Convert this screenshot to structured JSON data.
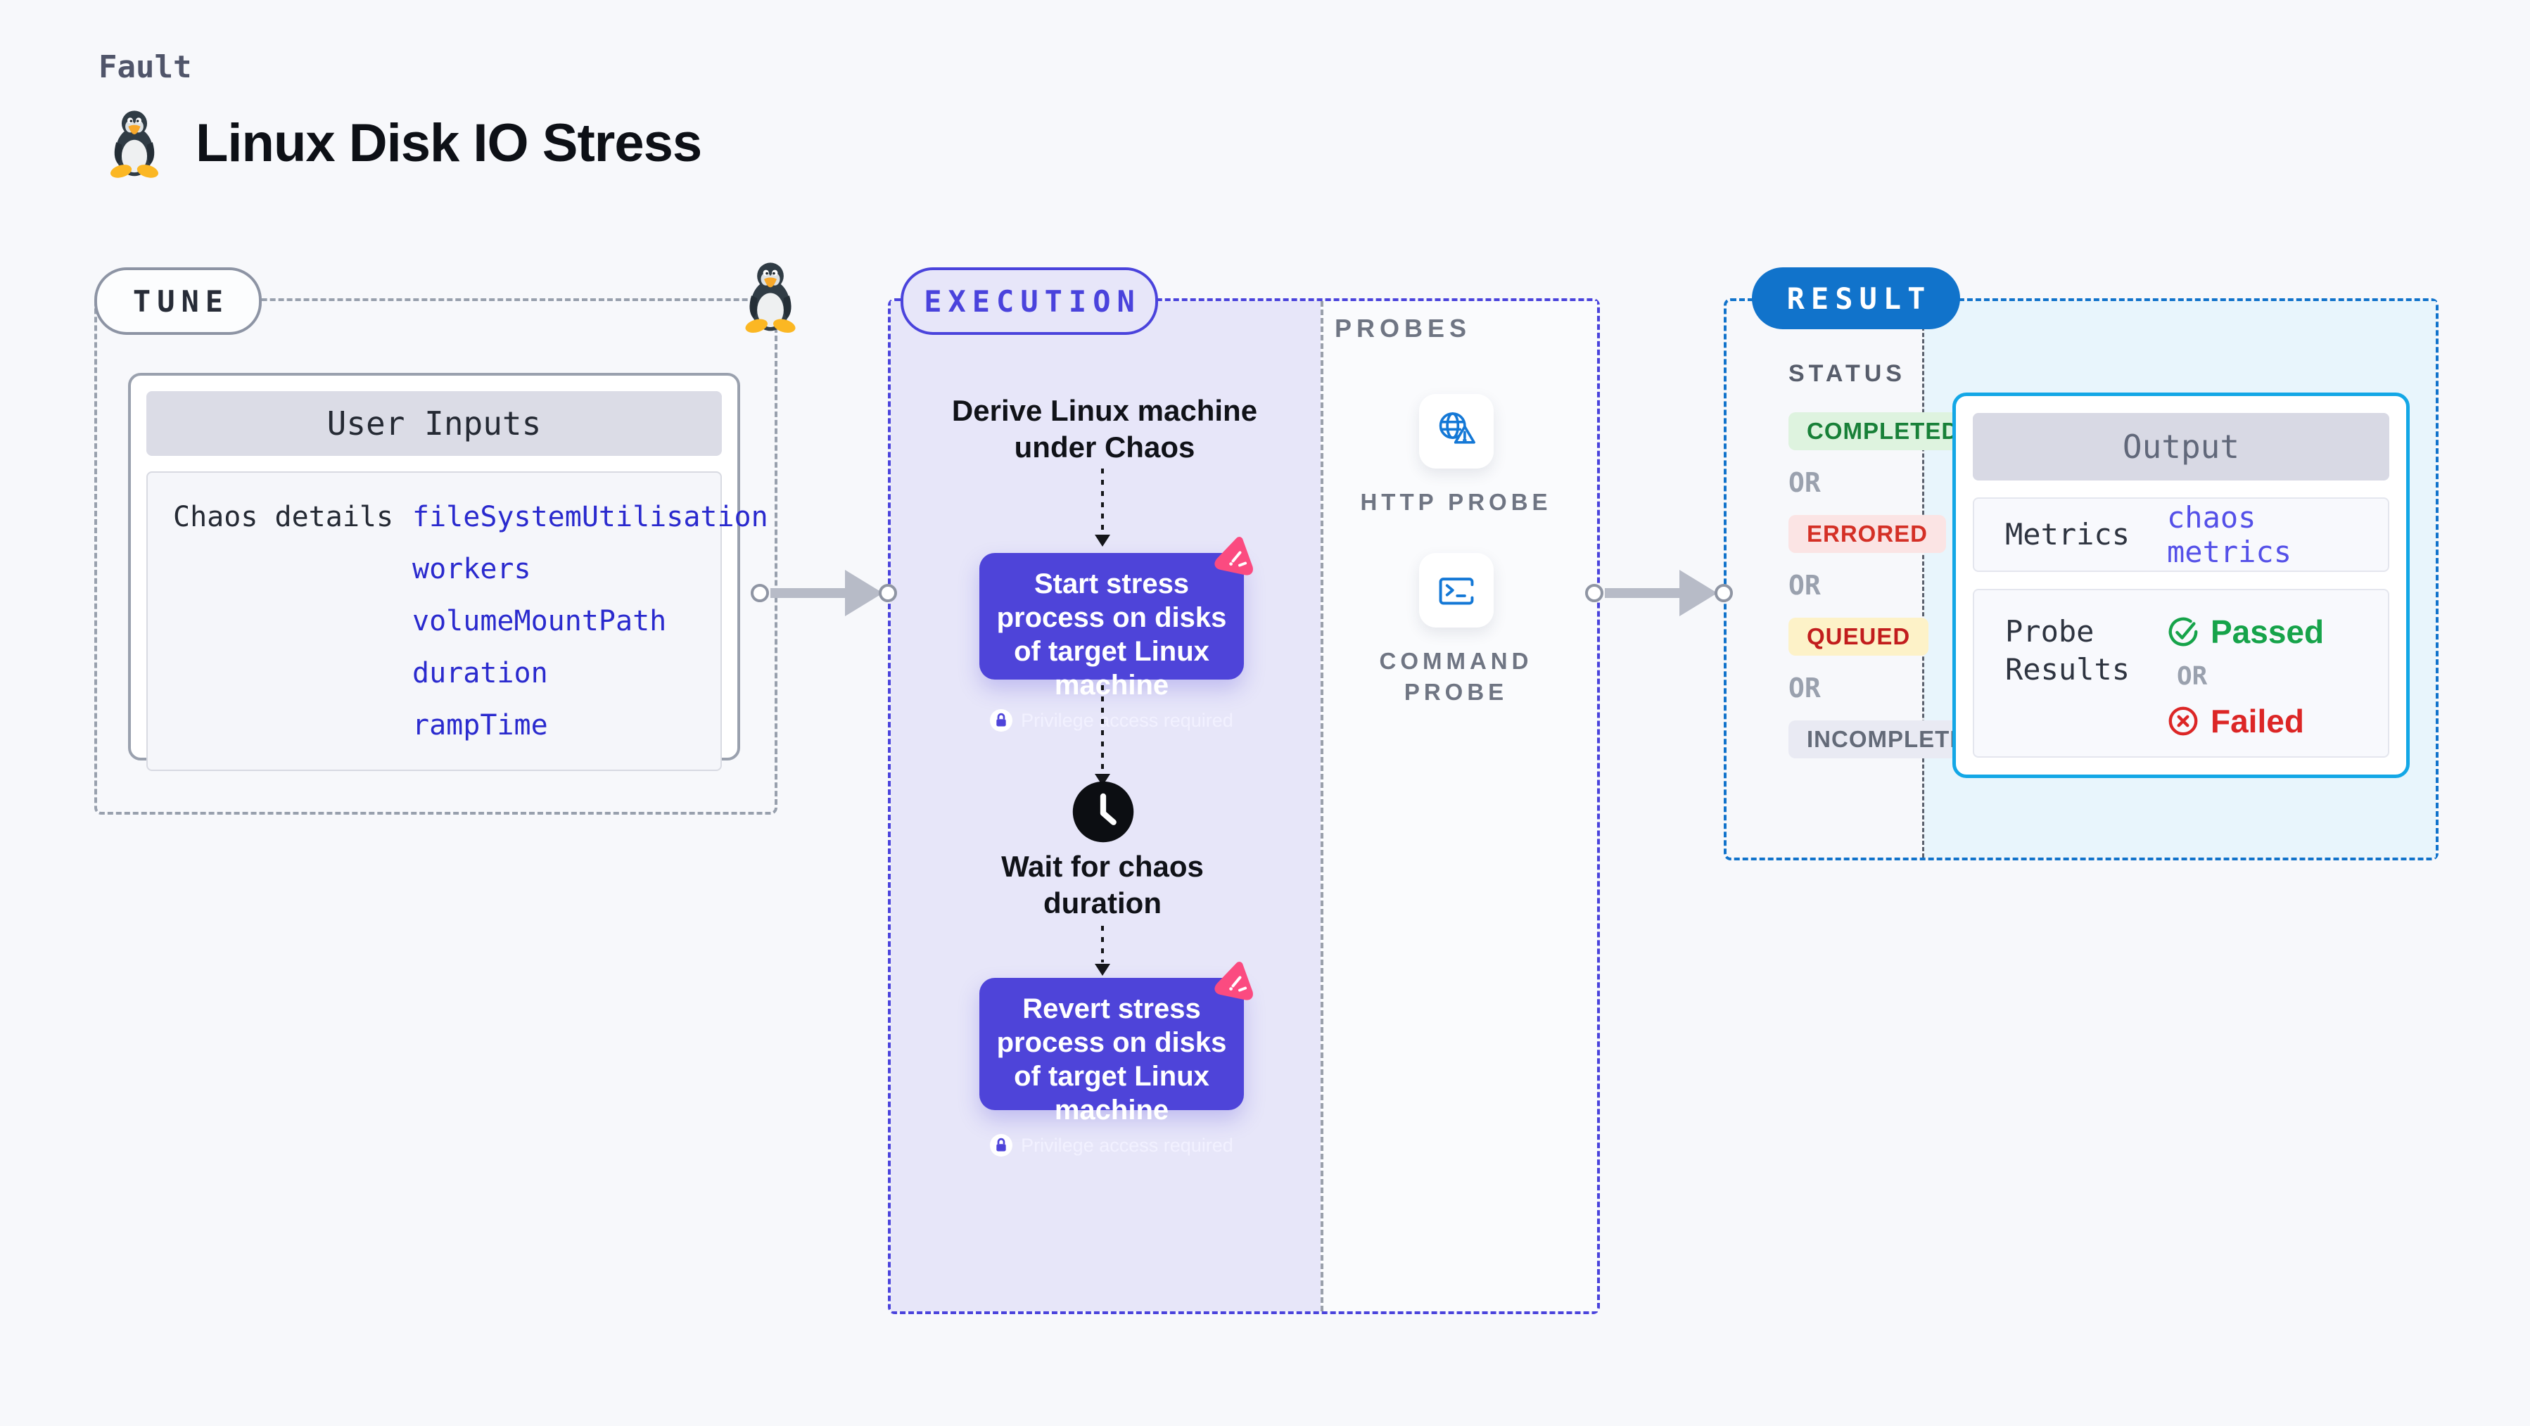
{
  "page": {
    "fault_label": "Fault",
    "title": "Linux Disk IO Stress"
  },
  "tune": {
    "badge": "TUNE",
    "user_inputs": {
      "title": "User Inputs",
      "chaos_label": "Chaos details",
      "params": [
        "fileSystemUtilisation",
        "workers",
        "volumeMountPath",
        "duration",
        "rampTime"
      ]
    }
  },
  "execution": {
    "badge": "EXECUTION",
    "steps": {
      "derive": "Derive Linux machine under Chaos",
      "start": "Start stress process on disks of target Linux machine",
      "start_note": "Privilege access required",
      "wait": "Wait for chaos duration",
      "revert": "Revert stress process on disks of target Linux machine",
      "revert_note": "Privilege access required"
    }
  },
  "probes": {
    "title": "PROBES",
    "items": [
      {
        "label": "HTTP PROBE"
      },
      {
        "label": "COMMAND PROBE"
      }
    ]
  },
  "result": {
    "badge": "RESULT",
    "status": {
      "title": "STATUS",
      "or": "OR",
      "badges": [
        {
          "label": "COMPLETED",
          "bg": "#def3df",
          "fg": "#188038"
        },
        {
          "label": "ERRORED",
          "bg": "#fbe4e4",
          "fg": "#d43026"
        },
        {
          "label": "QUEUED",
          "bg": "#fdf2c8",
          "fg": "#c21d1d"
        },
        {
          "label": "INCOMPLETED",
          "bg": "#e9eaf3",
          "fg": "#636a78"
        }
      ]
    },
    "output": {
      "title": "Output",
      "metrics_label": "Metrics",
      "metrics_value": "chaos metrics",
      "probe_results_label": "Probe Results",
      "passed": "Passed",
      "or": "OR",
      "failed": "Failed"
    }
  },
  "colors": {
    "accent_indigo": "#4a43dc",
    "node_purple": "#4e44d9",
    "litmus_pink": "#fb4b80",
    "probe_blue": "#1478d6",
    "result_blue": "#1173cb",
    "output_border": "#13a7e6",
    "cyan_bg": "#e8f5fc",
    "lane_bg": "#e7e6f9",
    "param_blue": "#2a2ace",
    "metrics_value_blue": "#5450e8",
    "passed_green": "#16a34a",
    "failed_red": "#dc2626",
    "gray_border": "#98a0ad",
    "page_bg": "#f7f8fb"
  }
}
